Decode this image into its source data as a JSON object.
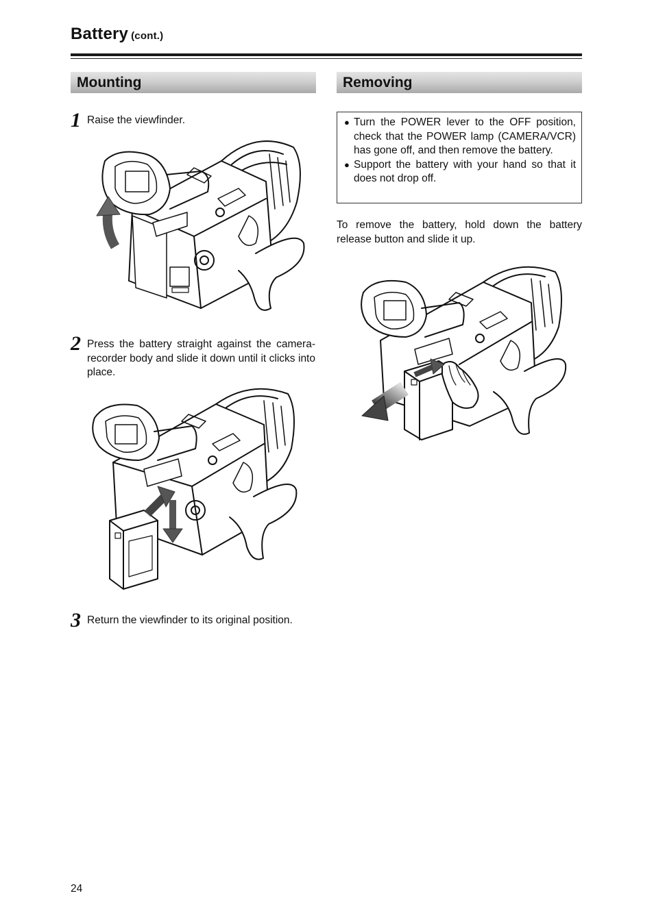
{
  "header": {
    "title": "Battery",
    "title_suffix": "(cont.)"
  },
  "mounting": {
    "heading": "Mounting",
    "steps": [
      {
        "number": "1",
        "text": "Raise the viewfinder."
      },
      {
        "number": "2",
        "text": "Press the battery straight against the camera-recorder body and slide it down until it clicks into place."
      },
      {
        "number": "3",
        "text": "Return the viewfinder to its original position."
      }
    ]
  },
  "removing": {
    "heading": "Removing",
    "notices": [
      {
        "bullet": "●",
        "text": "Turn the POWER lever to the OFF position, check that the POWER lamp (CAMERA/VCR) has gone off, and then remove the battery."
      },
      {
        "bullet": "●",
        "text": "Support the battery with your hand so that it does not drop off."
      }
    ],
    "paragraph": "To remove the battery, hold down the battery release button and slide it up."
  },
  "footer": {
    "page_number": "24"
  },
  "colors": {
    "bar_top": "#e4e4e4",
    "bar_bottom": "#a9a9a9",
    "line": "#1a1a1a"
  }
}
